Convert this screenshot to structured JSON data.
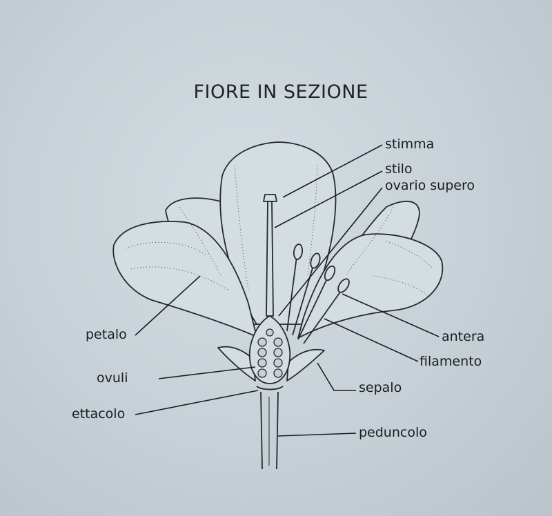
{
  "title": "FIORE IN SEZIONE",
  "labels": {
    "stimma": "stimma",
    "stilo": "stilo",
    "ovario_supero": "ovario supero",
    "petalo": "petalo",
    "antera": "antera",
    "filamento": "filamento",
    "ovuli": "ovuli",
    "sepalo": "sepalo",
    "ettacolo": "ettacolo",
    "peduncolo": "peduncolo"
  }
}
